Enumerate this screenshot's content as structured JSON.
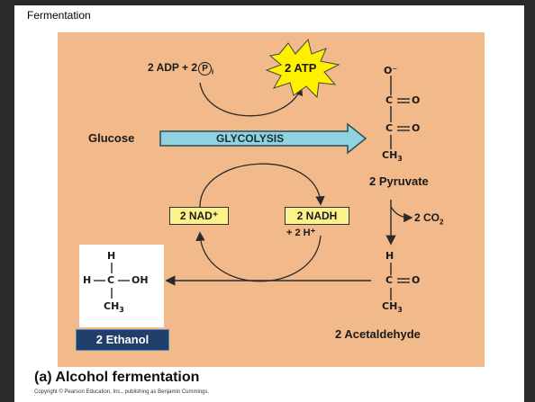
{
  "slide": {
    "title": "Fermentation"
  },
  "diagram": {
    "inputs": "2 ADP + 2",
    "phosphate_symbol": "P",
    "phosphate_subscript": "i",
    "atp": "2 ATP",
    "glucose": "Glucose",
    "glycolysis": "GLYCOLYSIS",
    "nad_plus": "2 NAD⁺",
    "nadh": "2 NADH",
    "protons": "+ 2 H⁺",
    "pyruvate_label": "2 Pyruvate",
    "co2_label": "2 CO",
    "co2_subscript": "2",
    "acetaldehyde_label": "2 Acetaldehyde",
    "ethanol_label": "2 Ethanol",
    "pyruvate_structure": {
      "top": "O⁻",
      "c1": "C",
      "c2": "C",
      "double_bond_o1": "O",
      "double_bond_o2": "O",
      "ch3": "CH",
      "ch3_sub": "3"
    },
    "acetaldehyde_structure": {
      "h": "H",
      "c": "C",
      "o": "O",
      "ch3": "CH",
      "ch3_sub": "3"
    },
    "ethanol_structure": {
      "h_top": "H",
      "h_left": "H",
      "c": "C",
      "oh": "OH",
      "ch3": "CH",
      "ch3_sub": "3"
    }
  },
  "footer": {
    "title": "(a) Alcohol fermentation",
    "copyright": "Copyright © Pearson Education, Inc., publishing as Benjamin Cummings."
  },
  "colors": {
    "panel": "#f2b98a",
    "arrow_fill": "#8fd3e0",
    "box_yellow": "#fbf28a",
    "starburst": "#fff000",
    "ethanol_badge": "#1f3f6a"
  }
}
